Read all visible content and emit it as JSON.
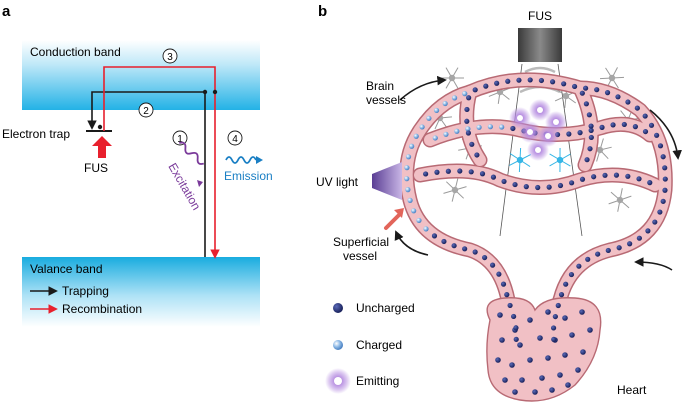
{
  "panel_a": {
    "label": "a",
    "conduction_band": "Conduction band",
    "valance_band": "Valance band",
    "electron_trap": "Electron trap",
    "fus": "FUS",
    "excitation": "Excitation",
    "emission": "Emission",
    "steps": [
      "1",
      "2",
      "3",
      "4"
    ],
    "legend": {
      "trapping": "Trapping",
      "recombination": "Recombination"
    },
    "colors": {
      "band": "#27b5e8",
      "trapping": "#1a1a1a",
      "recombination": "#e8202d",
      "excitation": "#7a3a9a",
      "emission": "#1a7fc4"
    }
  },
  "panel_b": {
    "label": "b",
    "fus": "FUS",
    "brain_vessels": [
      "Brain",
      "vessels"
    ],
    "uv_light": "UV light",
    "superficial_vessel": [
      "Superficial",
      "vessel"
    ],
    "heart": "Heart",
    "legend": {
      "uncharged": "Uncharged",
      "charged": "Charged",
      "emitting": "Emitting"
    },
    "colors": {
      "vessel": "#f1c0c5",
      "vessel_edge": "#b86a74",
      "uncharged": "#1e2a6e",
      "charged": "#7fb0e0",
      "emitting": "#9c6bd0",
      "uv": "#6a4ba0",
      "arrow_red": "#e2655a"
    }
  }
}
